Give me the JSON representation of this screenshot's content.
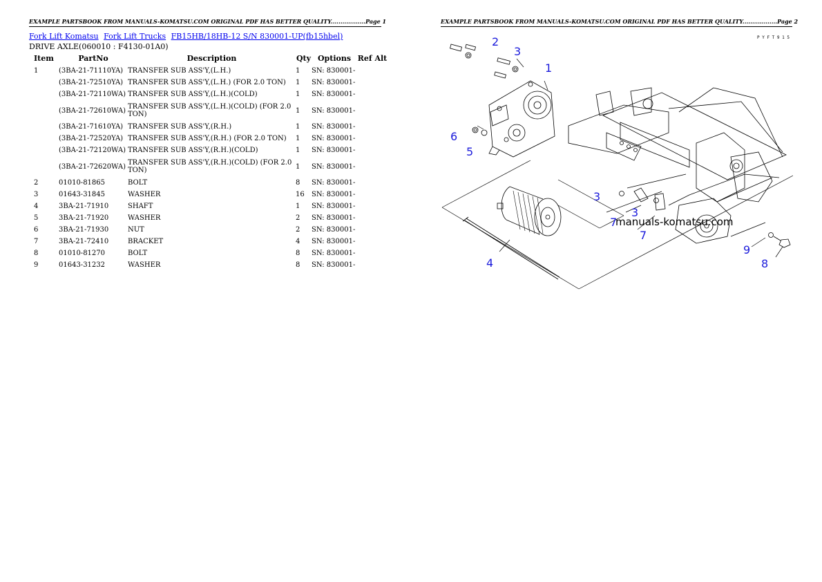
{
  "header": {
    "page1": "EXAMPLE PARTSBOOK FROM MANUALS-KOMATSU.COM ORIGINAL PDF HAS BETTER QUALITY..................Page 1",
    "page2": "EXAMPLE PARTSBOOK FROM MANUALS-KOMATSU.COM ORIGINAL PDF HAS BETTER QUALITY..................Page 2"
  },
  "breadcrumb": [
    "Fork Lift Komatsu",
    "Fork Lift Trucks",
    "FB15HB/18HB-12 S/N 830001-UP(fb15hbel)"
  ],
  "section_title": "DRIVE AXLE(060010 : F4130-01A0)",
  "table": {
    "columns": [
      "Item",
      "PartNo",
      "Description",
      "Qty",
      "Options",
      "Ref Alt"
    ],
    "rows": [
      {
        "item": "1",
        "part": "(3BA-21-71110YA)",
        "desc": "TRANSFER SUB ASS'Y,(L.H.)",
        "qty": "1",
        "opt": "SN: 830001-",
        "ref": ""
      },
      {
        "item": "",
        "part": "(3BA-21-72510YA)",
        "desc": "TRANSFER SUB ASS'Y,(L.H.) (FOR 2.0 TON)",
        "qty": "1",
        "opt": "SN: 830001-",
        "ref": ""
      },
      {
        "item": "",
        "part": "(3BA-21-72110WA)",
        "desc": "TRANSFER SUB ASS'Y,(L.H.)(COLD)",
        "qty": "1",
        "opt": "SN: 830001-",
        "ref": ""
      },
      {
        "item": "",
        "part": "(3BA-21-72610WA)",
        "desc": "TRANSFER SUB ASS'Y,(L.H.)(COLD) (FOR 2.0 TON)",
        "qty": "1",
        "opt": "SN: 830001-",
        "ref": "",
        "tall": true
      },
      {
        "item": "",
        "part": "(3BA-21-71610YA)",
        "desc": "TRANSFER SUB ASS'Y,(R.H.)",
        "qty": "1",
        "opt": "SN: 830001-",
        "ref": ""
      },
      {
        "item": "",
        "part": "(3BA-21-72520YA)",
        "desc": "TRANSFER SUB ASS'Y,(R.H.) (FOR 2.0 TON)",
        "qty": "1",
        "opt": "SN: 830001-",
        "ref": ""
      },
      {
        "item": "",
        "part": "(3BA-21-72120WA)",
        "desc": "TRANSFER SUB ASS'Y,(R.H.)(COLD)",
        "qty": "1",
        "opt": "SN: 830001-",
        "ref": ""
      },
      {
        "item": "",
        "part": "(3BA-21-72620WA)",
        "desc": "TRANSFER SUB ASS'Y,(R.H.)(COLD) (FOR 2.0 TON)",
        "qty": "1",
        "opt": "SN: 830001-",
        "ref": "",
        "tall": true
      },
      {
        "item": "2",
        "part": "01010-81865",
        "desc": "BOLT",
        "qty": "8",
        "opt": "SN: 830001-",
        "ref": ""
      },
      {
        "item": "3",
        "part": "01643-31845",
        "desc": "WASHER",
        "qty": "16",
        "opt": "SN: 830001-",
        "ref": ""
      },
      {
        "item": "4",
        "part": "3BA-21-71910",
        "desc": "SHAFT",
        "qty": "1",
        "opt": "SN: 830001-",
        "ref": ""
      },
      {
        "item": "5",
        "part": "3BA-21-71920",
        "desc": "WASHER",
        "qty": "2",
        "opt": "SN: 830001-",
        "ref": ""
      },
      {
        "item": "6",
        "part": "3BA-21-71930",
        "desc": "NUT",
        "qty": "2",
        "opt": "SN: 830001-",
        "ref": ""
      },
      {
        "item": "7",
        "part": "3BA-21-72410",
        "desc": "BRACKET",
        "qty": "4",
        "opt": "SN: 830001-",
        "ref": ""
      },
      {
        "item": "8",
        "part": "01010-81270",
        "desc": "BOLT",
        "qty": "8",
        "opt": "SN: 830001-",
        "ref": ""
      },
      {
        "item": "9",
        "part": "01643-31232",
        "desc": "WASHER",
        "qty": "8",
        "opt": "SN: 830001-",
        "ref": ""
      }
    ]
  },
  "diagram": {
    "code": "P Y F T 9 1 5",
    "watermark": "manuals-komatsu.com",
    "callout_color": "#1a1adb",
    "callouts": [
      "2",
      "3",
      "1",
      "6",
      "5",
      "3",
      "3",
      "7",
      "7",
      "9",
      "8",
      "4"
    ]
  }
}
